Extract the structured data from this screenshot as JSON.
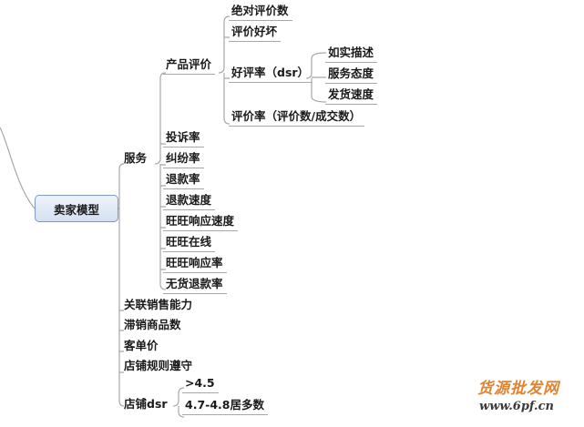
{
  "root": "卖家模型",
  "l1": {
    "service": "服务",
    "related": "关联销售能力",
    "slow": "滞销商品数",
    "aov": "客单价",
    "rules": "店铺规则遵守",
    "dsr": "店铺dsr"
  },
  "service": {
    "product_review": "产品评价",
    "complaint": "投诉率",
    "dispute": "纠纷率",
    "refund": "退款率",
    "refund_speed": "退款速度",
    "ww_speed": "旺旺响应速度",
    "ww_online": "旺旺在线",
    "ww_rate": "旺旺响应率",
    "no_goods_refund": "无货退款率"
  },
  "product_review": {
    "absolute": "绝对评价数",
    "good_bad": "评价好坏",
    "good_rate": "好评率（dsr）",
    "review_rate": "评价率（评价数/成交数）"
  },
  "dsr_items": {
    "accurate": "如实描述",
    "attitude": "服务态度",
    "ship_speed": "发货速度"
  },
  "shop_dsr": {
    "gt": ">4.5",
    "range": "4.7-4.8居多数"
  },
  "watermark": {
    "cn": "货源批发网",
    "url": "www.6pf.cn"
  }
}
